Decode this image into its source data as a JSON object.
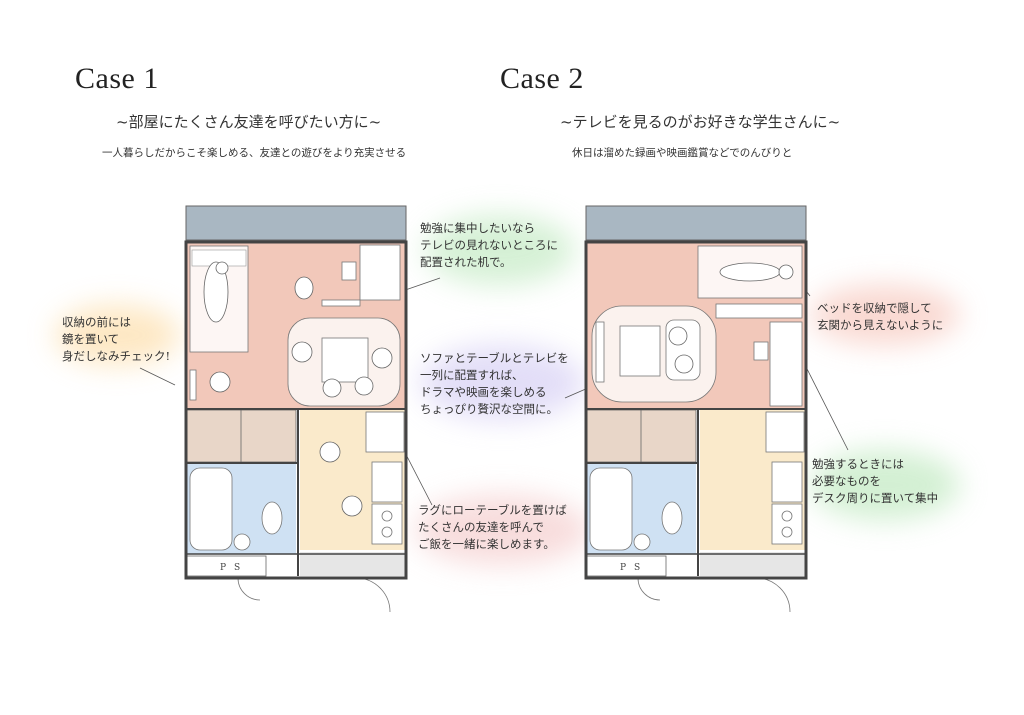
{
  "cases": [
    {
      "title": "Case 1",
      "subtitle": "~部屋にたくさん友達を呼びたい方に~",
      "description": "一人暮らしだからこそ楽しめる、友達との遊びをより充実させる",
      "notes": [
        {
          "lines": [
            "勉強に集中したいなら",
            "テレビの見れないところに",
            "配置された机で。"
          ],
          "glow": "#c8ecc8"
        },
        {
          "lines": [
            "収納の前には",
            "鏡を置いて",
            "身だしなみチェック!"
          ],
          "glow": "#fde2b5"
        },
        {
          "lines": [
            "ソファとテーブルとテレビを",
            "一列に配置すれば、",
            "ドラマや映画を楽しめる",
            "ちょっぴり贅沢な空間に。"
          ],
          "glow": "#dcd6f6"
        },
        {
          "lines": [
            "ラグにローテーブルを置けば",
            "たくさんの友達を呼んで",
            "ご飯を一緒に楽しめます。"
          ],
          "glow": "#f6d4d4"
        }
      ]
    },
    {
      "title": "Case 2",
      "subtitle": "~テレビを見るのがお好きな学生さんに~",
      "description": "休日は溜めた録画や映画鑑賞などでのんびりと",
      "notes": [
        {
          "lines": [
            "ベッドを収納で隠して",
            "玄関から見えないように"
          ],
          "glow": "#f8cfc6"
        },
        {
          "lines": [
            "勉強するときには",
            "必要なものを",
            "デスク周りに置いて集中"
          ],
          "glow": "#c8ecc8"
        }
      ]
    }
  ],
  "ps_label": {
    "p": "P",
    "s": "S"
  },
  "colors": {
    "living": "#f2c8ba",
    "kitchen": "#faeacb",
    "bath": "#cfe1f3",
    "storage": "#e8d6c8",
    "balcony": "#a9b7c2",
    "wall": "#444444"
  }
}
